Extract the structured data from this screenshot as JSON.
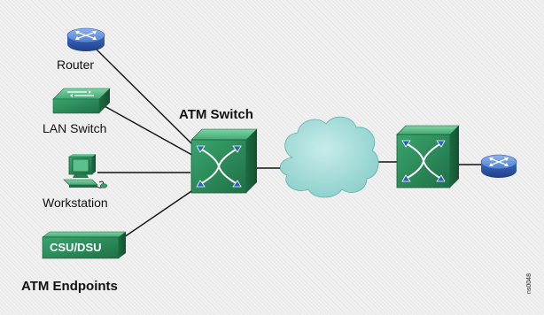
{
  "diagram": {
    "labels": {
      "router": "Router",
      "lan_switch": "LAN Switch",
      "workstation": "Workstation",
      "csu_dsu": "CSU/DSU",
      "atm_switch": "ATM Switch",
      "atm_endpoints": "ATM Endpoints",
      "figure_id": "ns0048"
    },
    "colors": {
      "router_blue": "#3f73c9",
      "device_green": "#2f8f5c",
      "cloud_teal": "#9ad7d4",
      "line": "#111111"
    },
    "icons": {
      "router": "router-icon",
      "lan_switch": "lan-switch-icon",
      "workstation": "workstation-icon",
      "csu_dsu": "csu-dsu-icon",
      "atm_switch": "atm-switch-icon",
      "atm_network": "cloud-icon"
    }
  }
}
